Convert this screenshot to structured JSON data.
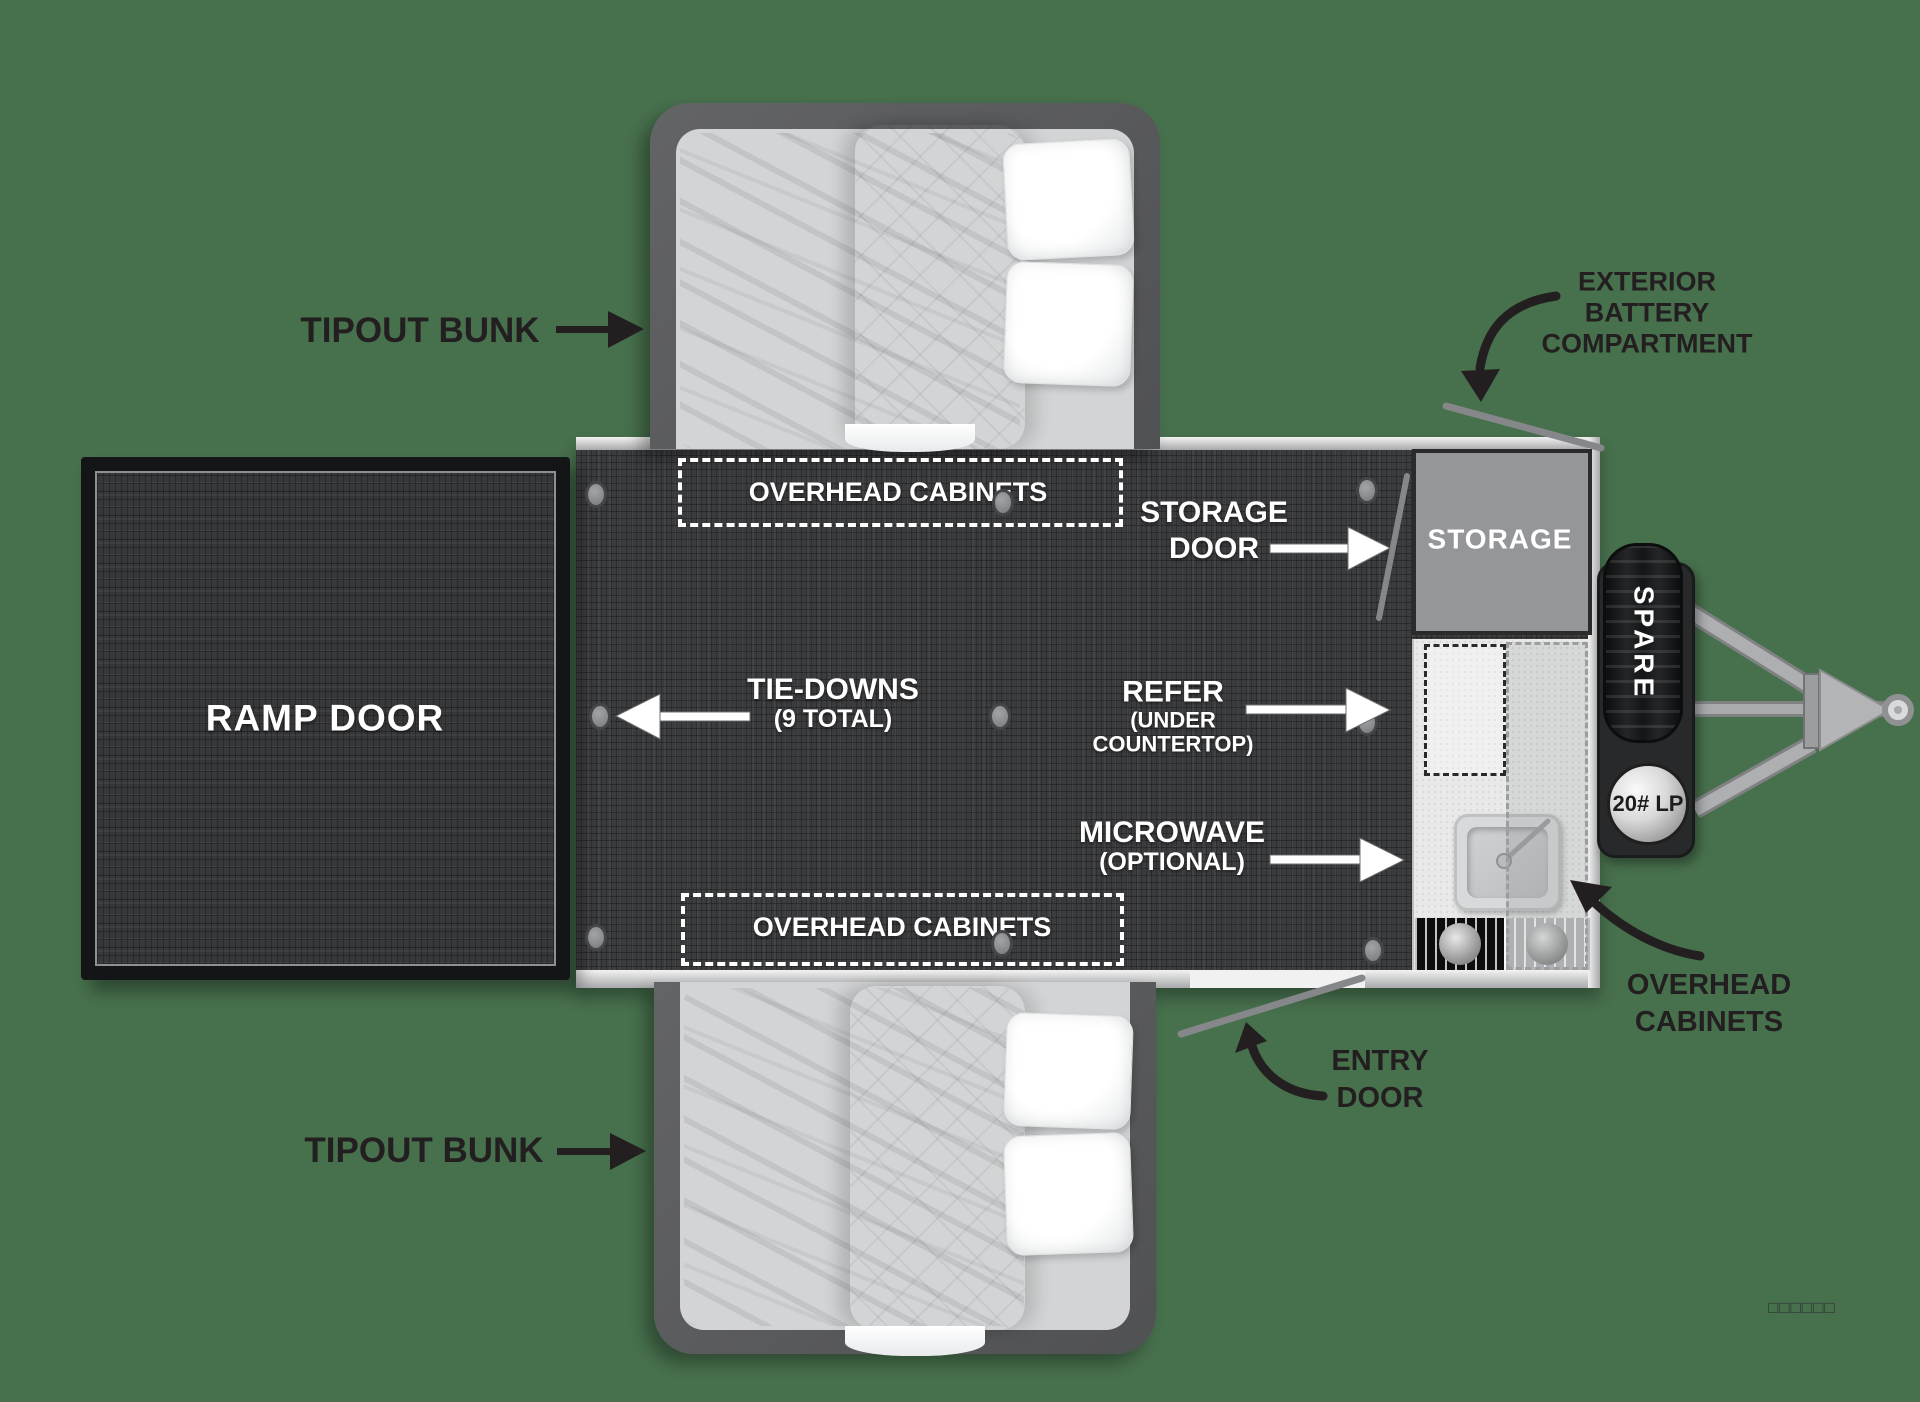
{
  "diagram": {
    "type": "rv-toy-hauler-floorplan",
    "background_color": "#47704d"
  },
  "rooms": {
    "ramp_door": {
      "label": "RAMP DOOR"
    },
    "storage": {
      "label": "STORAGE"
    },
    "overhead_cabinets_top": {
      "label": "OVERHEAD CABINETS"
    },
    "overhead_cabinets_bottom": {
      "label": "OVERHEAD CABINETS"
    }
  },
  "callouts": {
    "tipout_bunk_top": {
      "label": "TIPOUT BUNK"
    },
    "tipout_bunk_bottom": {
      "label": "TIPOUT BUNK"
    },
    "exterior_battery": {
      "lines": [
        "EXTERIOR",
        "BATTERY",
        "COMPARTMENT"
      ]
    },
    "storage_door": {
      "lines": [
        "STORAGE",
        "DOOR"
      ]
    },
    "tie_downs": {
      "lines": [
        "TIE-DOWNS",
        "(9 TOTAL)"
      ]
    },
    "refer": {
      "lines": [
        "REFER",
        "(UNDER",
        "COUNTERTOP)"
      ]
    },
    "microwave": {
      "lines": [
        "MICROWAVE",
        "(OPTIONAL)"
      ]
    },
    "entry_door": {
      "lines": [
        "ENTRY",
        "DOOR"
      ]
    },
    "overhead_cabinets_exterior": {
      "lines": [
        "OVERHEAD",
        "CABINETS"
      ]
    }
  },
  "equipment": {
    "spare_tire": {
      "label": "SPARE"
    },
    "lp_tank": {
      "label": "20# LP"
    }
  },
  "watermark": {
    "text": "□□□□□□"
  },
  "colors": {
    "background": "#47704d",
    "floor": "#3b3c3e",
    "wall": "#d9dadc",
    "bed_frame": "#58595b",
    "storage_fill": "#949699",
    "label_black": "#231f20",
    "label_white": "#ffffff"
  }
}
